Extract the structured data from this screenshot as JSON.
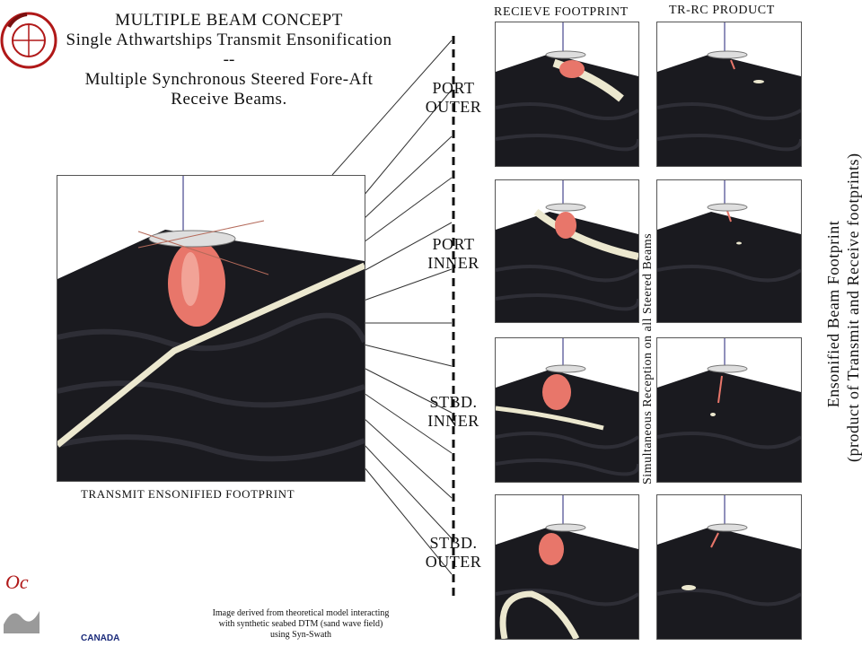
{
  "title": {
    "line1": "MULTIPLE BEAM CONCEPT",
    "line2": "Single Athwartships Transmit Ensonification",
    "line3": "--",
    "line4": "Multiple Synchronous Steered Fore-Aft",
    "line5": "Receive Beams."
  },
  "headers": {
    "receive": "RECIEVE FOOTPRINT",
    "product": "TR-RC PRODUCT"
  },
  "beams": [
    {
      "label1": "PORT",
      "label2": "OUTER"
    },
    {
      "label1": "PORT",
      "label2": "INNER"
    },
    {
      "label1": "STBD.",
      "label2": "INNER"
    },
    {
      "label1": "STBD.",
      "label2": "OUTER"
    }
  ],
  "transmit_caption": "TRANSMIT ENSONIFIED FOOTPRINT",
  "vertical_text": "Simultaneous Reception on all Steered Beams",
  "right_vertical": {
    "line1": "Ensonified Beam Footprint",
    "line2": "(product of Transmit and Receive footprints)"
  },
  "footnote": {
    "line1": "Image derived from theoretical model interacting",
    "line2": "with synthetic seabed DTM (sand wave field)",
    "line3": "using Syn-Swath"
  },
  "logo_text": "Oc",
  "logo_canada": "CANADA",
  "colors": {
    "seabed": "#1a1a1f",
    "beam_pink": "#e8766a",
    "swath_cream": "#ece8cf",
    "logo_red": "#b01818"
  }
}
